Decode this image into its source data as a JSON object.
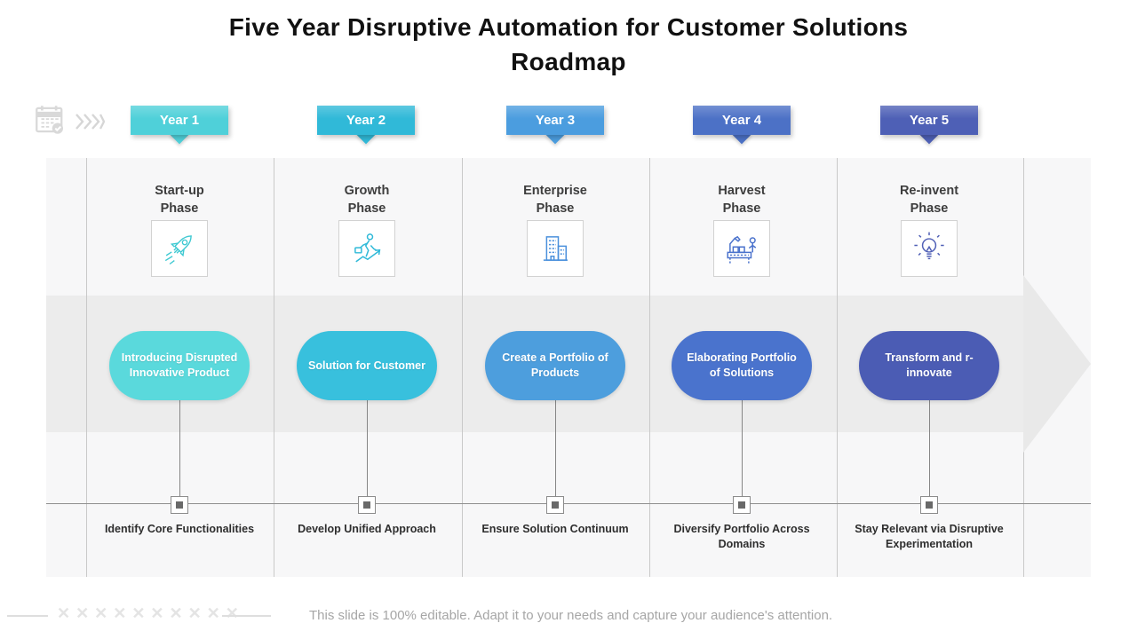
{
  "title": "Five Year Disruptive Automation for Customer Solutions Roadmap",
  "header": {
    "calendar_icon": "calendar-check-icon",
    "chevrons_icon": "triple-chevron-right-icon"
  },
  "colors": {
    "panel_bg": "#f7f7f8",
    "band_bg": "#ececec",
    "arrow_bg": "#e9e9e9",
    "column_line": "#c9c9c9",
    "timeline_line": "#8f8f8f"
  },
  "columns": [
    {
      "year_label": "Year 1",
      "year_color": "#4fd0d9",
      "phase_line1": "Start-up",
      "phase_line2": "Phase",
      "icon": "rocket-icon",
      "icon_color": "#3fc9d2",
      "bubble_text": "Introducing Disrupted Innovative Product",
      "bubble_color": "#5ad9dc",
      "milestone_text": "Identify Core Functionalities"
    },
    {
      "year_label": "Year 2",
      "year_color": "#30b9d8",
      "phase_line1": "Growth",
      "phase_line2": "Phase",
      "icon": "growth-runner-icon",
      "icon_color": "#2fb9d8",
      "bubble_text": "Solution for Customer",
      "bubble_color": "#38c0dd",
      "milestone_text": "Develop Unified Approach"
    },
    {
      "year_label": "Year 3",
      "year_color": "#4b9ddf",
      "phase_line1": "Enterprise",
      "phase_line2": "Phase",
      "icon": "buildings-icon",
      "icon_color": "#4a90dc",
      "bubble_text": "Create a Portfolio of Products",
      "bubble_color": "#4d9edd",
      "milestone_text": "Ensure Solution Continuum"
    },
    {
      "year_label": "Year 4",
      "year_color": "#4c71c6",
      "phase_line1": "Harvest",
      "phase_line2": "Phase",
      "icon": "harvest-automation-icon",
      "icon_color": "#4a72cc",
      "bubble_text": "Elaborating Portfolio of Solutions",
      "bubble_color": "#4a73cd",
      "milestone_text": "Diversify Portfolio Across Domains"
    },
    {
      "year_label": "Year 5",
      "year_color": "#4e60b6",
      "phase_line1": "Re-invent",
      "phase_line2": "Phase",
      "icon": "lightbulb-icon",
      "icon_color": "#4f5fb6",
      "bubble_text": "Transform and r-innovate",
      "bubble_color": "#4b5cb4",
      "milestone_text": "Stay Relevant via Disruptive Experimentation"
    }
  ],
  "footer": {
    "placeholder_x": "✕✕✕✕✕✕✕✕✕✕",
    "note": "This slide is 100% editable. Adapt it to your needs and capture your audience's attention."
  }
}
